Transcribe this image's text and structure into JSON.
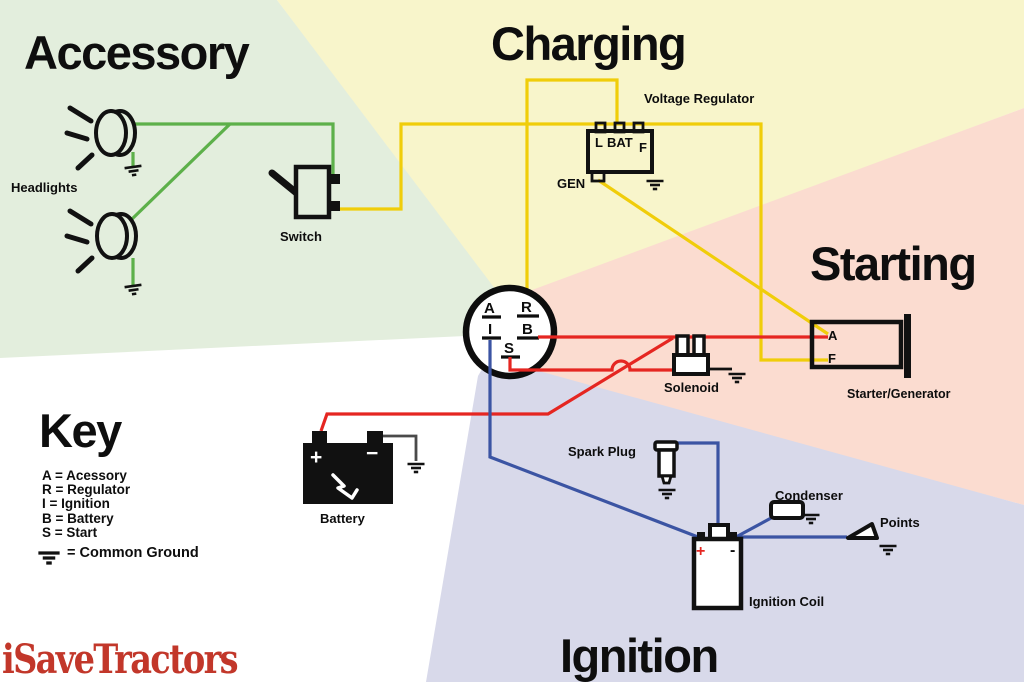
{
  "titles": {
    "accessory": "Accessory",
    "charging": "Charging",
    "starting": "Starting",
    "ignition": "Ignition",
    "key": "Key"
  },
  "labels": {
    "headlights": "Headlights",
    "switch": "Switch",
    "voltage_regulator": "Voltage Regulator",
    "gen": "GEN",
    "solenoid": "Solenoid",
    "starter_generator": "Starter/Generator",
    "battery": "Battery",
    "spark_plug": "Spark Plug",
    "condenser": "Condenser",
    "points": "Points",
    "ignition_coil": "Ignition Coil"
  },
  "ignition_switch_terminals": {
    "a": "A",
    "r": "R",
    "i": "I",
    "b": "B",
    "s": "S"
  },
  "regulator_terminals": {
    "l": "L",
    "bat": "BAT",
    "f": "F"
  },
  "starter_terminals": {
    "a": "A",
    "f": "F"
  },
  "battery_symbols": {
    "plus": "+",
    "minus": "−"
  },
  "coil_symbols": {
    "plus": "+",
    "minus": "-"
  },
  "key_legend": {
    "items": [
      "A = Acessory",
      "R = Regulator",
      "I = Ignition",
      "B = Battery",
      "S = Start"
    ],
    "common_ground": "= Common Ground"
  },
  "brand": "iSaveTractors",
  "colors": {
    "background_accessory_green": "#e3eedd",
    "background_charging_yellow": "#f8f5cb",
    "background_starting_pink": "#fbdcd0",
    "background_ignition_lavender": "#d8d9ea",
    "background_key_white": "#ffffff",
    "wire_green": "#5db04a",
    "wire_yellow": "#f0cd0a",
    "wire_red": "#e52621",
    "wire_blue": "#3b54a3",
    "wire_gray": "#4a4a4a",
    "brand_red": "#c2372a"
  }
}
